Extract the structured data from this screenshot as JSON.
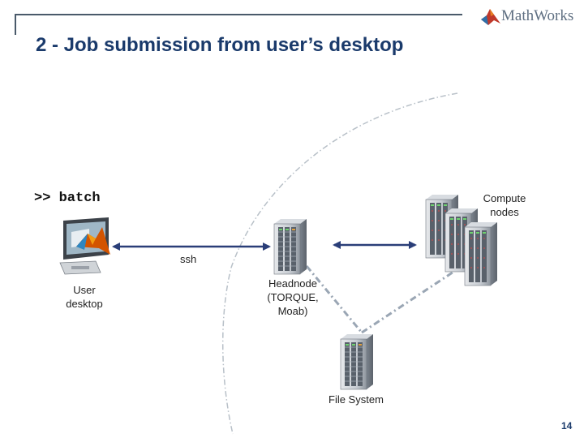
{
  "slide": {
    "title": "2 - Job submission from user’s desktop",
    "page_number": "14"
  },
  "logo": {
    "text": "MathWorks",
    "icon": "mathworks-membrane-logo"
  },
  "command": "&gt;&gt; batch",
  "nodes": {
    "user": {
      "label_lines": [
        "User",
        "desktop"
      ],
      "icon": "desktop-computer-matlab-icon"
    },
    "headnode": {
      "label_lines": [
        "Headnode",
        "(TORQUE,",
        "Moab)"
      ],
      "icon": "server-tower-icon"
    },
    "compute": {
      "label_lines": [
        "Compute",
        "nodes"
      ],
      "icon": "server-cluster-icon"
    },
    "filesystem": {
      "label_lines": [
        "File System"
      ],
      "icon": "server-tower-icon"
    }
  },
  "connections": {
    "user_head": {
      "label": "ssh",
      "style": "double-arrow"
    },
    "head_compute": {
      "label": "",
      "style": "double-arrow"
    },
    "head_fs": {
      "label": "",
      "style": "dash-dot"
    },
    "fs_compute": {
      "label": "",
      "style": "dash-dot"
    }
  },
  "colors": {
    "title": "#1a3a6b",
    "arrow": "#2a3e78",
    "dashdot": "#9aa6b4",
    "boundary": "#b8c0c8",
    "frame": "#4a5a6a"
  }
}
